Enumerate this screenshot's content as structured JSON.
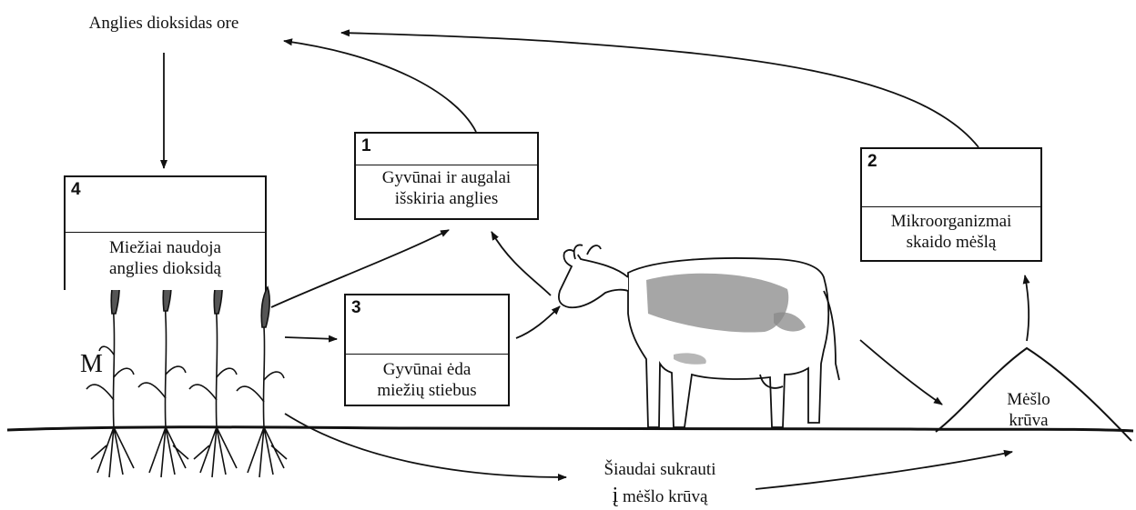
{
  "top_label": "Anglies dioksidas ore",
  "boxes": {
    "b1": {
      "number": "1",
      "line1": "Gyvūnai ir augalai",
      "line2": "išskiria anglies"
    },
    "b2": {
      "number": "2",
      "line1": "Mikroorganizmai",
      "line2": "skaido mėšlą"
    },
    "b3": {
      "number": "3",
      "line1": "Gyvūnai ėda",
      "line2": "miežių stiebus"
    },
    "b4": {
      "number": "4",
      "line1": "Miežiai naudoja",
      "line2": "anglies dioksidą"
    }
  },
  "plant_marker": "M",
  "manure_label": {
    "line1": "Mėšlo",
    "line2": "krūva"
  },
  "straw_label": {
    "line1": "Šiaudai sukrauti",
    "line2_first": "į",
    "line2_rest": " mėšlo krūvą"
  }
}
